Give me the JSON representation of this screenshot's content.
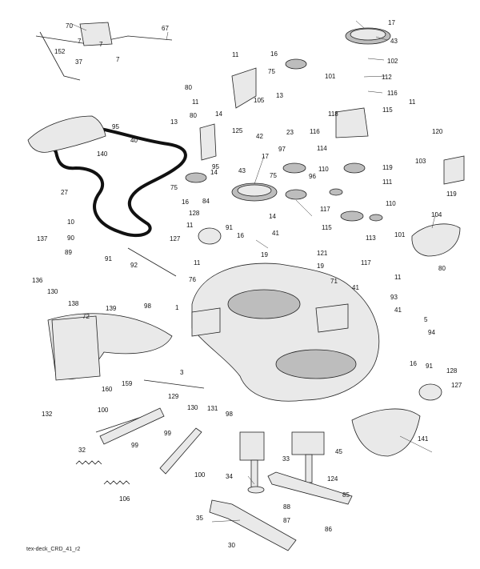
{
  "caption": "tex-deck_CRD_41_r2",
  "callouts": [
    "70",
    "67",
    "7",
    "152",
    "7",
    "37",
    "7",
    "17",
    "43",
    "102",
    "11",
    "16",
    "75",
    "101",
    "112",
    "116",
    "105",
    "80",
    "11",
    "13",
    "115",
    "118",
    "11",
    "80",
    "14",
    "125",
    "116",
    "120",
    "114",
    "13",
    "42",
    "95",
    "40",
    "140",
    "23",
    "97",
    "27",
    "17",
    "43",
    "75",
    "96",
    "110",
    "111",
    "119",
    "103",
    "14",
    "75",
    "95",
    "84",
    "14",
    "16",
    "128",
    "11",
    "119",
    "117",
    "110",
    "10",
    "127",
    "91",
    "16",
    "19",
    "115",
    "113",
    "104",
    "90",
    "41",
    "101",
    "137",
    "89",
    "91",
    "92",
    "11",
    "121",
    "117",
    "80",
    "19",
    "136",
    "76",
    "71",
    "11",
    "130",
    "41",
    "93",
    "138",
    "139",
    "98",
    "1",
    "41",
    "5",
    "72",
    "94",
    "3",
    "16",
    "91",
    "128",
    "159",
    "160",
    "129",
    "130",
    "131",
    "127",
    "132",
    "98",
    "100",
    "99",
    "141",
    "99",
    "32",
    "33",
    "45",
    "34",
    "124",
    "100",
    "106",
    "85",
    "88",
    "35",
    "87",
    "86",
    "30"
  ],
  "icons": [
    "deck-housing",
    "blade",
    "belt",
    "pulley",
    "spindle",
    "belt-guard",
    "bracket",
    "spring",
    "bolt",
    "washer"
  ]
}
